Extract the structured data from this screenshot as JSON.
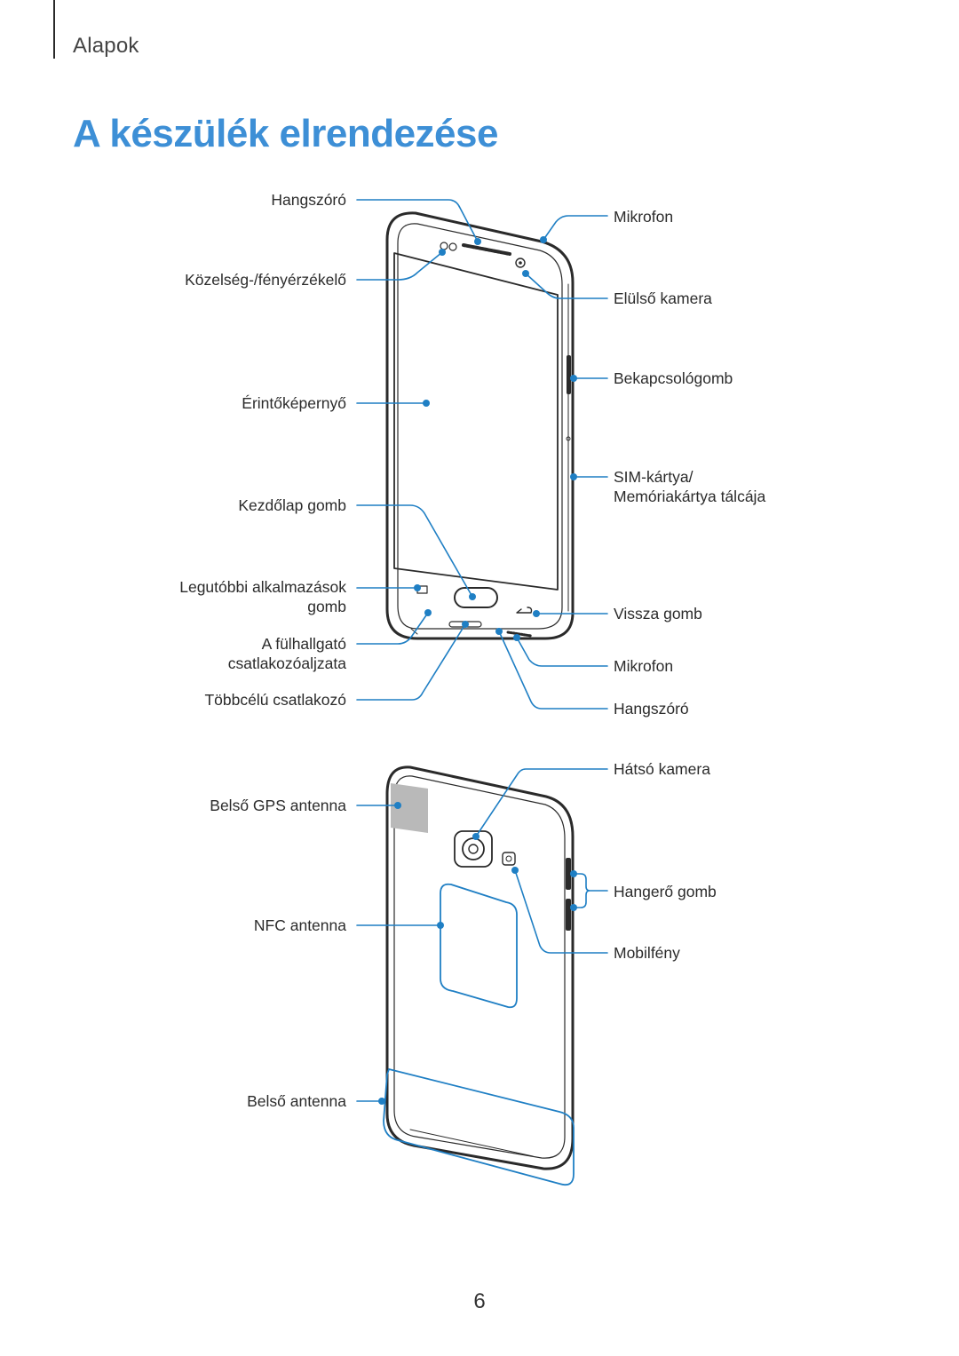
{
  "header": {
    "section": "Alapok",
    "title": "A készülék elrendezése"
  },
  "front_labels": {
    "speaker_top": "Hangszóró",
    "proximity_sensor": "Közelség-/fényérzékelő",
    "touchscreen": "Érintőképernyő",
    "home_button": "Kezdőlap gomb",
    "recent_apps_line1": "Legutóbbi alkalmazások",
    "recent_apps_line2": "gomb",
    "headset_jack_line1": "A fülhallgató",
    "headset_jack_line2": "csatlakozóaljzata",
    "multipurpose_jack": "Többcélú csatlakozó",
    "microphone_top": "Mikrofon",
    "front_camera": "Elülső kamera",
    "power_button": "Bekapcsológomb",
    "sim_tray_line1": "SIM-kártya/",
    "sim_tray_line2": "Memóriakártya tálcája",
    "back_button": "Vissza gomb",
    "microphone_bottom": "Mikrofon",
    "speaker_bottom": "Hangszóró"
  },
  "back_labels": {
    "gps_antenna": "Belső GPS antenna",
    "nfc_antenna": "NFC antenna",
    "main_antenna": "Belső antenna",
    "rear_camera": "Hátsó kamera",
    "volume_key": "Hangerő gomb",
    "flash": "Mobilfény"
  },
  "colors": {
    "title": "#3d8fd6",
    "callout": "#1f7fc4",
    "device_outline": "#2a2a2a",
    "gps_area": "#b9b9b9"
  },
  "footer": {
    "page_number": "6"
  }
}
